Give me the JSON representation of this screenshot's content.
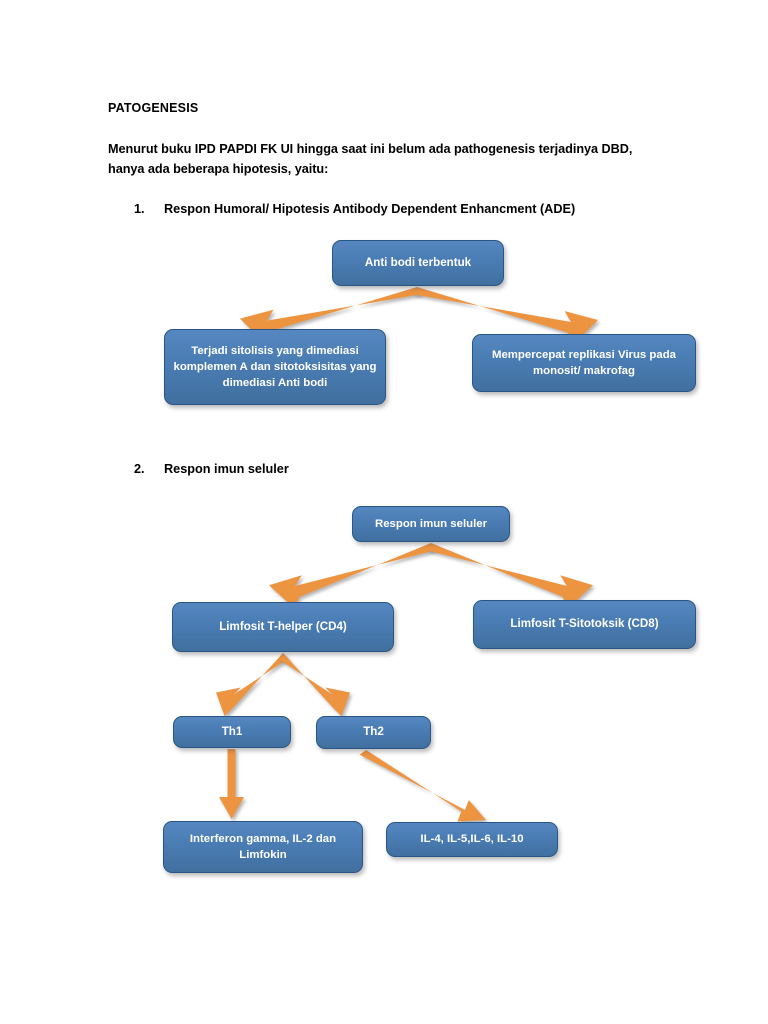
{
  "document": {
    "heading": "PATOGENESIS",
    "paragraph": "Menurut buku IPD PAPDI FK UI hingga saat ini belum ada pathogenesis terjadinya DBD, hanya ada beberapa hipotesis, yaitu:",
    "items": [
      {
        "number": "1.",
        "text": "Respon Humoral/ Hipotesis Antibody Dependent Enhancment (ADE)"
      },
      {
        "number": "2.",
        "text": "Respon imun seluler"
      }
    ]
  },
  "theme": {
    "box_fill": "#4A7CB4",
    "box_fill_top": "#5687C0",
    "box_border": "#2A5685",
    "box_text": "#FFFFFF",
    "arrow_color": "#ED9440",
    "page_background": "#FFFFFF",
    "text_color": "#000000"
  },
  "diagram1": {
    "title": "Respon Humoral/ Hipotesis Antibody Dependent Enhancment (ADE)",
    "nodes": [
      {
        "id": "anti-bodi",
        "label": "Anti bodi terbentuk"
      },
      {
        "id": "sitolisis",
        "label": "Terjadi sitolisis yang dimediasi komplemen A dan sitotoksisitas yang dimediasi Anti bodi"
      },
      {
        "id": "replikasi",
        "label": "Mempercepat replikasi Virus pada monosit/ makrofag"
      }
    ],
    "edges": [
      {
        "from": "anti-bodi",
        "to": "sitolisis",
        "direction": "down-left"
      },
      {
        "from": "anti-bodi",
        "to": "replikasi",
        "direction": "down-right"
      }
    ]
  },
  "diagram2": {
    "title": "Respon imun seluler",
    "nodes": [
      {
        "id": "respon-imun",
        "label": "Respon imun seluler"
      },
      {
        "id": "cd4",
        "label": "Limfosit T-helper (CD4)"
      },
      {
        "id": "cd8",
        "label": "Limfosit T-Sitotoksik (CD8)"
      },
      {
        "id": "th1",
        "label": "Th1"
      },
      {
        "id": "th2",
        "label": "Th2"
      },
      {
        "id": "interferon",
        "label": "Interferon gamma, IL-2 dan Limfokin"
      },
      {
        "id": "il",
        "label": "IL-4, IL-5,IL-6, IL-10"
      }
    ],
    "edges": [
      {
        "from": "respon-imun",
        "to": "cd4",
        "direction": "down-left"
      },
      {
        "from": "respon-imun",
        "to": "cd8",
        "direction": "down-right"
      },
      {
        "from": "cd4",
        "to": "th1",
        "direction": "down-left"
      },
      {
        "from": "cd4",
        "to": "th2",
        "direction": "down-right"
      },
      {
        "from": "th1",
        "to": "interferon",
        "direction": "down"
      },
      {
        "from": "th2",
        "to": "il",
        "direction": "down-right"
      }
    ]
  }
}
